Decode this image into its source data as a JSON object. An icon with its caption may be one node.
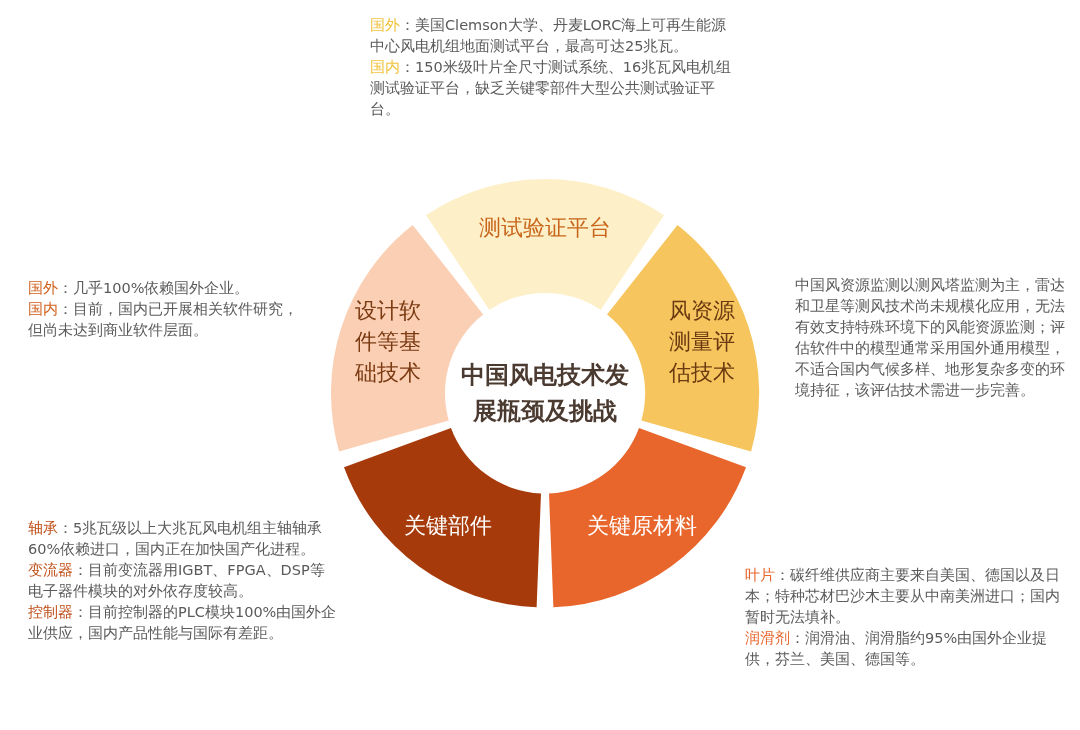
{
  "diagram": {
    "nodes": [
      {
        "text": [
          "中国风电技术发展瓶颈及挑战"
        ]
      },
      {
        "text": [
          "测试验证平台"
        ],
        "beside": [
          "**国外**：美国Clemson大学、丹麦LORC海上可再生能源中心风电机组地面测试平台，最高可达25兆瓦。",
          "**国内**：150米级叶片全尺寸测试系统、16兆瓦风电机组测试验证平台，缺乏关键零部件大型公共测试验证平台。"
        ]
      },
      {
        "text": [
          "风资源测量评估技术"
        ],
        "beside": [
          "中国风资源监测以测风塔监测为主，雷达和卫星等测风技术尚未规模化应用，无法有效支持特殊环境下的风能资源监测；评估软件中的模型通常采用国外通用模型，不适合国内气候多样、地形复杂多变的环境持征，该评估技术需进一步完善。"
        ]
      },
      {
        "text": [
          "关键原材料"
        ],
        "beside": [
          "**叶片**：碳纤维供应商主要来自美国、德国以及日本；特种芯材巴沙木主要从中南美洲进口；国内暂时无法填补。",
          "**润滑剂**：润滑油、润滑脂约95%由国外企业提供，芬兰、美国、德国等。"
        ]
      },
      {
        "text": [
          "关键部件"
        ],
        "beside": [
          "**轴承**：5兆瓦级以上大兆瓦风电机组主轴轴承60%依赖进口，国内正在加快国产化进程。",
          "**变流器**：目前变流器用IGBT、FPGA、DSP等电子器件模块的对外依存度较高。",
          "**控制器**：目前控制器的PLC模块100%由国外企业供应，国内产品性能与国际有差距。"
        ]
      },
      {
        "text": [
          "设计软件等基础技术"
        ],
        "beside": [
          "**国外**：几乎100%依赖国外企业。",
          "**国内**：目前，国内已开展相关软件研究，但尚未达到商业软件层面。"
        ]
      }
    ]
  }
}
